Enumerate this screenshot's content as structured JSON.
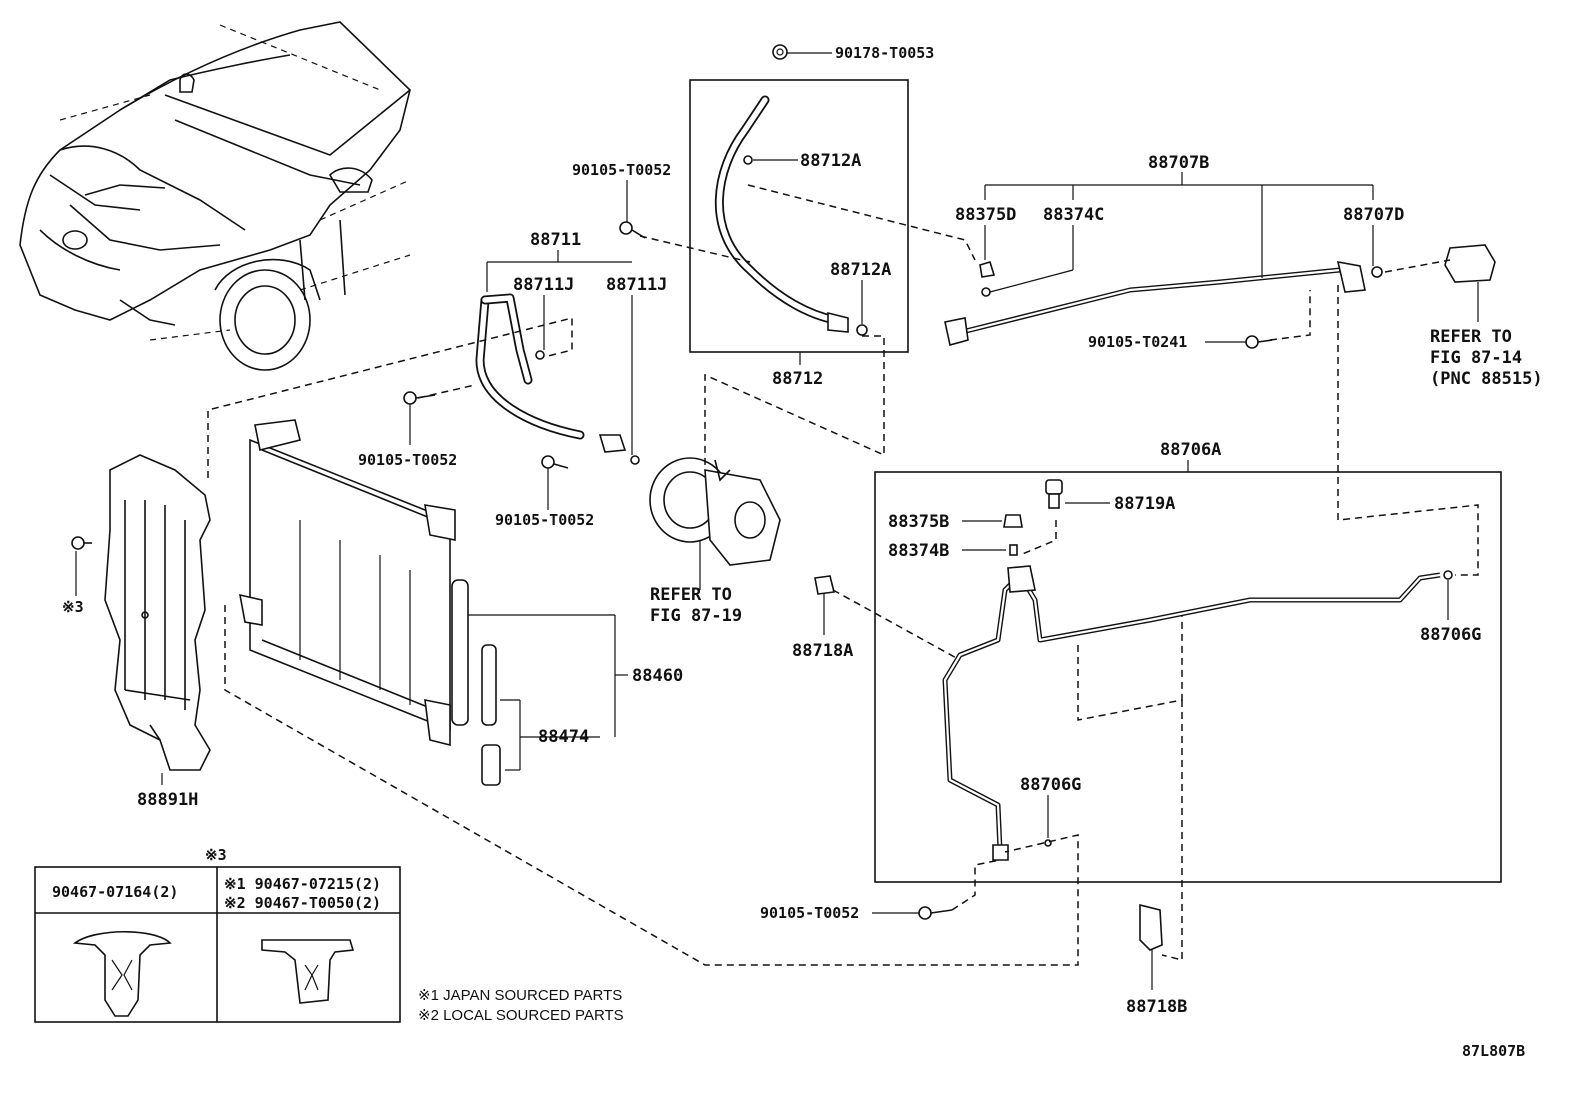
{
  "callouts": {
    "c_90178_T0053": "90178-T0053",
    "c_88712A_top": "88712A",
    "c_90105_T0052_a": "90105-T0052",
    "c_88711": "88711",
    "c_88711J_left": "88711J",
    "c_88711J_right": "88711J",
    "c_88712A_bottom": "88712A",
    "c_88712": "88712",
    "c_88707B": "88707B",
    "c_88375D": "88375D",
    "c_88374C": "88374C",
    "c_88707D": "88707D",
    "c_90105_T0241": "90105-T0241",
    "c_90105_T0052_b": "90105-T0052",
    "c_90105_T0052_c": "90105-T0052",
    "c_88706A": "88706A",
    "c_88375B": "88375B",
    "c_88719A": "88719A",
    "c_88374B": "88374B",
    "c_88718A": "88718A",
    "c_88706G_right": "88706G",
    "c_88460": "88460",
    "c_88474": "88474",
    "c_88891H": "88891H",
    "c_mark3": "※3",
    "c_88706G_lower": "88706G",
    "c_90105_T0052_d": "90105-T0052",
    "c_88718B": "88718B"
  },
  "references": {
    "fig_87_14_line1": "REFER TO",
    "fig_87_14_line2": "FIG 87-14",
    "fig_87_14_line3": "(PNC 88515)",
    "fig_87_19_line1": "REFER TO",
    "fig_87_19_line2": "FIG 87-19"
  },
  "clip_table": {
    "header_mark": "※3",
    "col1_part": "90467-07164(2)",
    "col2_row1": "※1 90467-07215(2)",
    "col2_row2": "※2 90467-T0050(2)"
  },
  "notes": {
    "note1": "※1 JAPAN SOURCED PARTS",
    "note2": "※2 LOCAL SOURCED PARTS"
  },
  "figure_code": "87L807B"
}
